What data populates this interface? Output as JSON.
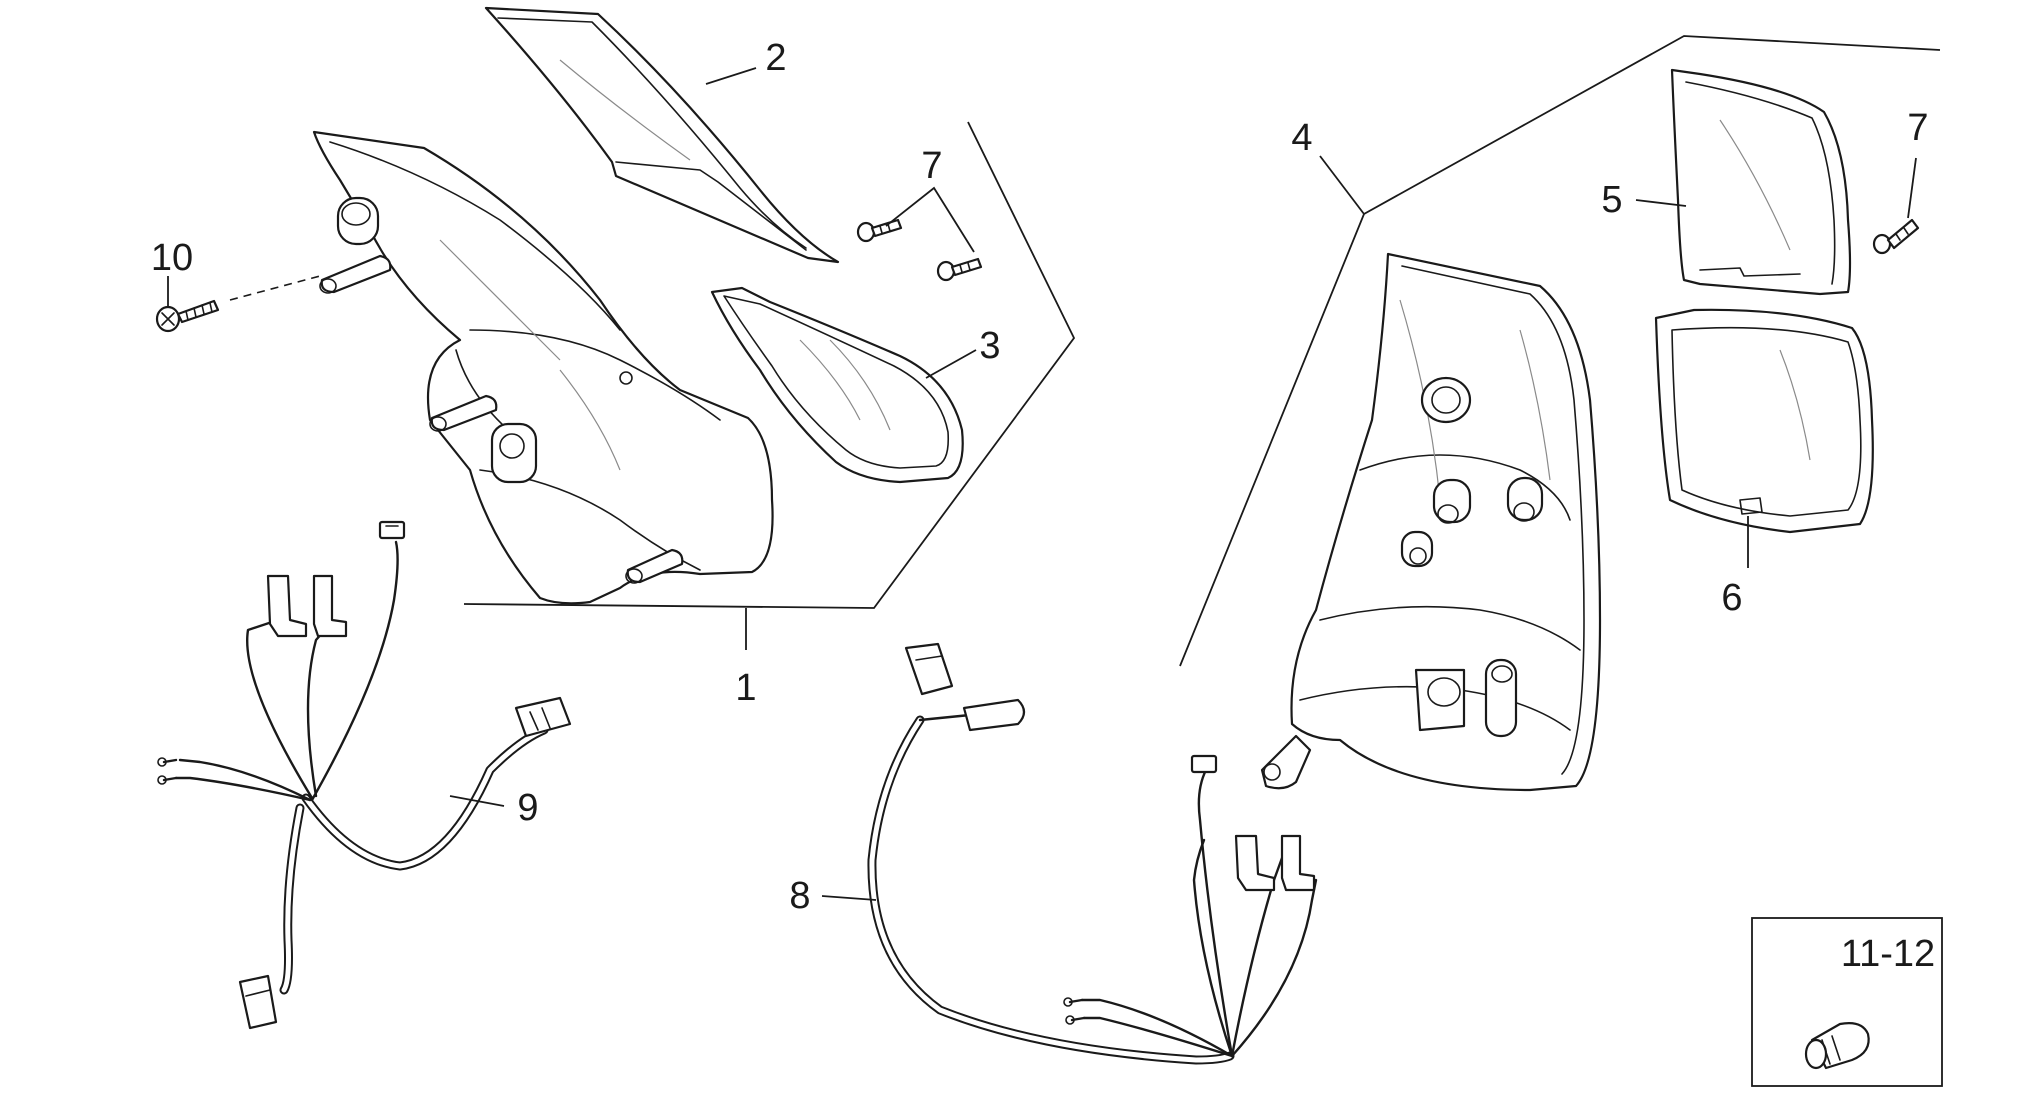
{
  "callouts": {
    "c1": "1",
    "c2": "2",
    "c3": "3",
    "c4": "4",
    "c5": "5",
    "c6": "6",
    "c7a": "7",
    "c7b": "7",
    "c8": "8",
    "c9": "9",
    "c10": "10",
    "c11_12": "11-12"
  },
  "colors": {
    "line": "#1a1a1a",
    "background": "#ffffff"
  }
}
